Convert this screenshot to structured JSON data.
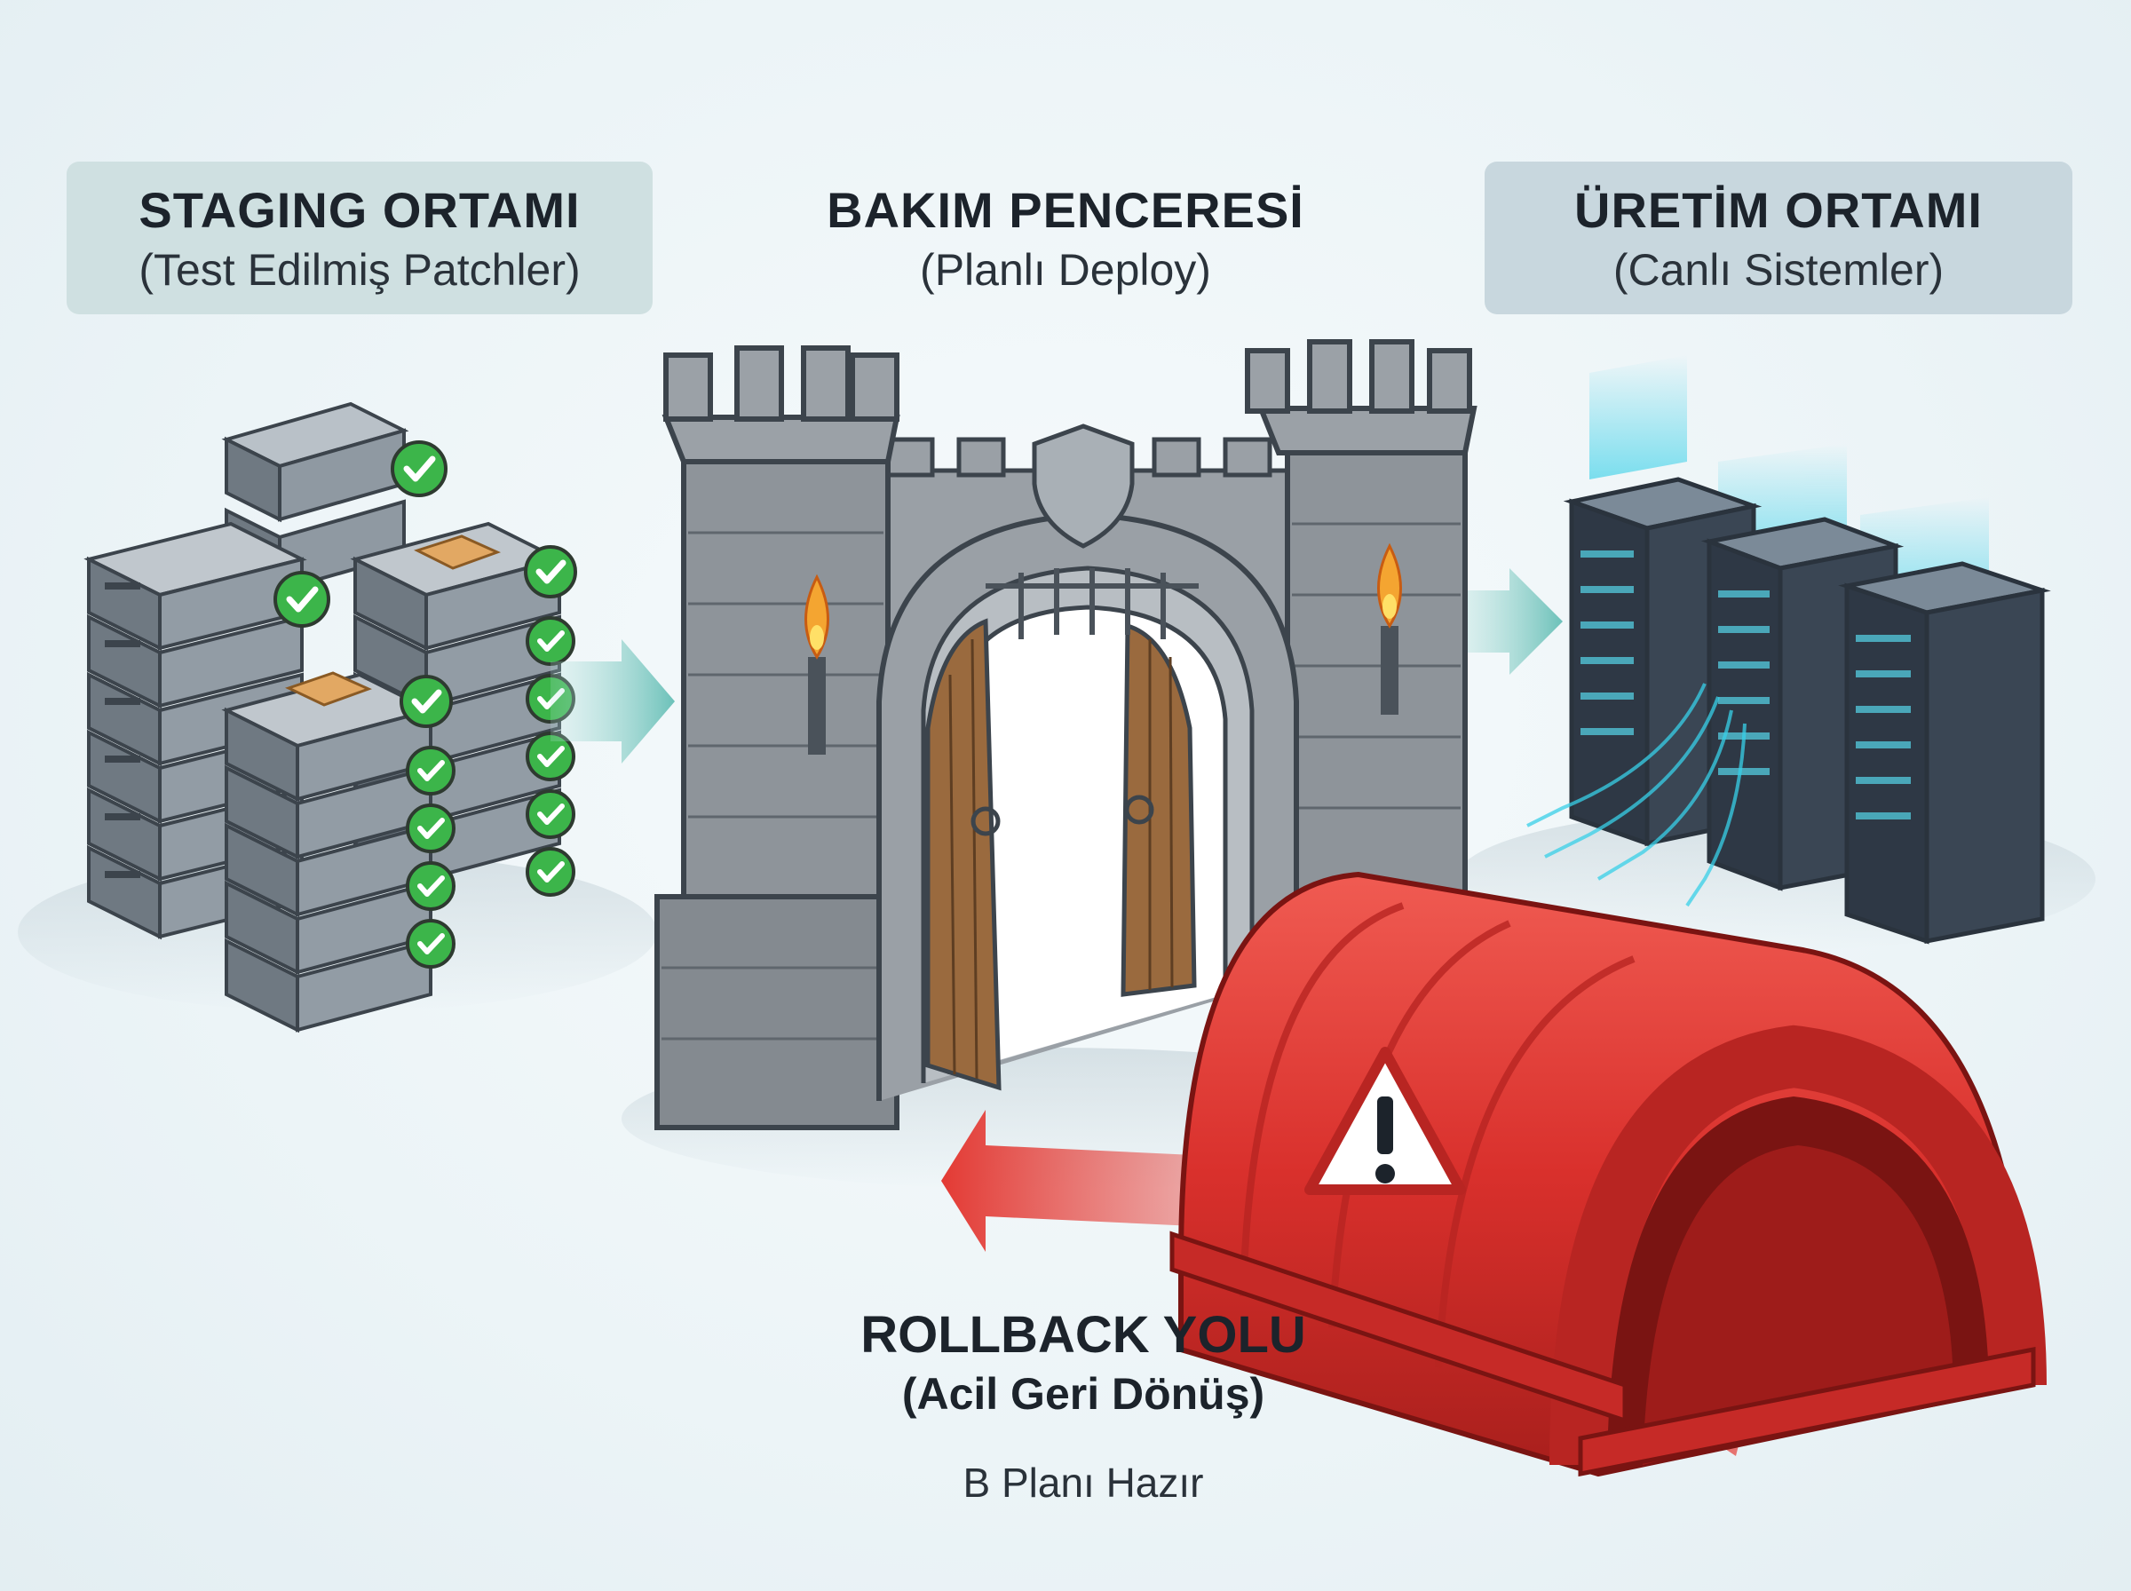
{
  "staging": {
    "title": "STAGING ORTAMI",
    "subtitle": "(Test Edilmiş Patchler)"
  },
  "maintenance": {
    "title": "BAKIM PENCERESİ",
    "subtitle": "(Planlı Deploy)"
  },
  "production": {
    "title": "ÜRETİM ORTAMI",
    "subtitle": "(Canlı Sistemler)"
  },
  "rollback": {
    "title": "ROLLBACK YOLU",
    "subtitle": "(Acil Geri Dönüş)",
    "note": "B Planı Hazır"
  },
  "colors": {
    "server_body": "#8a949e",
    "server_dark": "#5e6872",
    "check_green": "#3cb54a",
    "arrow_teal": "#7cc9c2",
    "stone": "#8e949a",
    "wood": "#9a6a3e",
    "tunnel_red": "#d9302c",
    "rack_dark": "#3a4654",
    "data_cyan": "#38d0e8"
  },
  "icons": [
    "check-icon",
    "warning-icon",
    "shield-icon",
    "torch-icon",
    "chip-icon"
  ]
}
